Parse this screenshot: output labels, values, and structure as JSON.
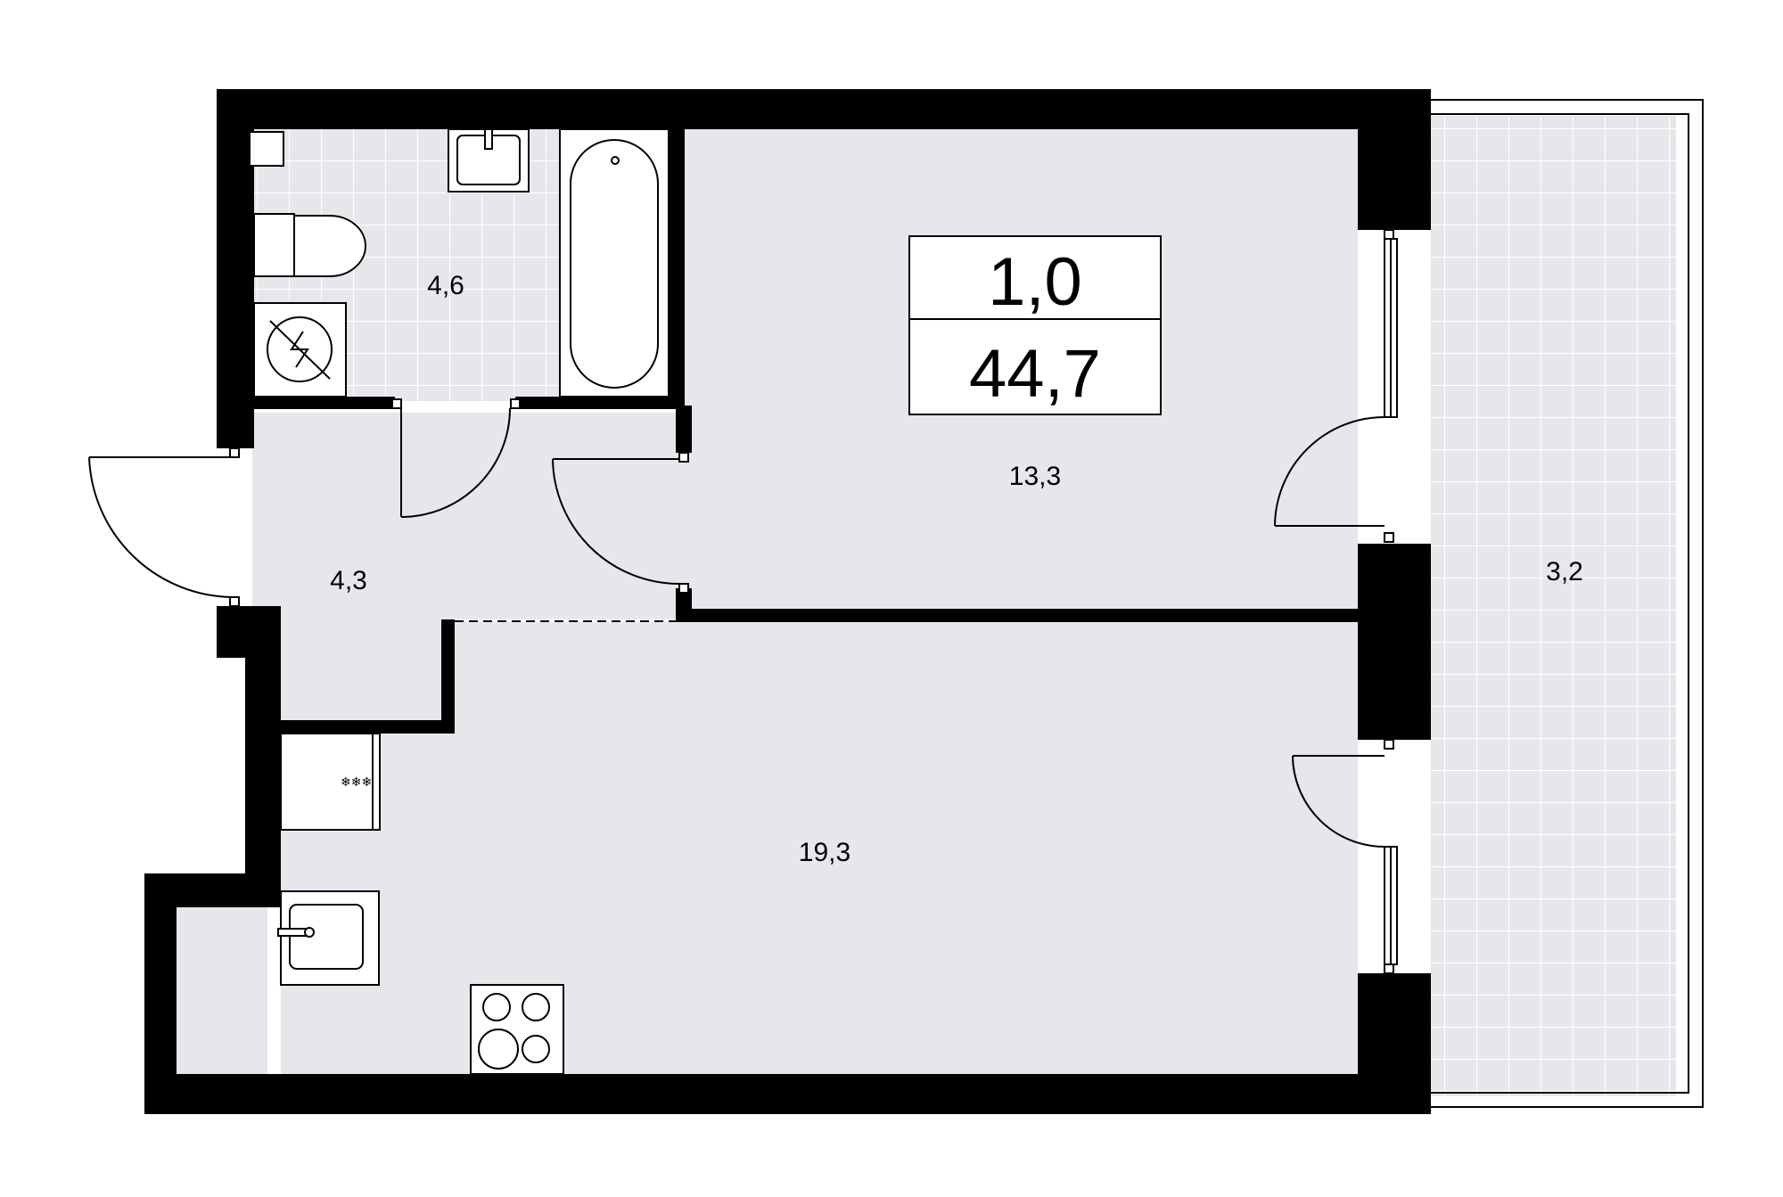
{
  "plan": {
    "rooms_label": "1,0",
    "total_area": "44,7"
  },
  "rooms": [
    {
      "id": "bathroom",
      "area": "4,6"
    },
    {
      "id": "hallway",
      "area": "4,3"
    },
    {
      "id": "bedroom",
      "area": "13,3"
    },
    {
      "id": "kitchen-living",
      "area": "19,3"
    },
    {
      "id": "balcony",
      "area": "3,2"
    }
  ],
  "colors": {
    "wall": "#000000",
    "floor": "#e5e7ea",
    "tile_line": "#ffffff",
    "background": "#ffffff"
  }
}
